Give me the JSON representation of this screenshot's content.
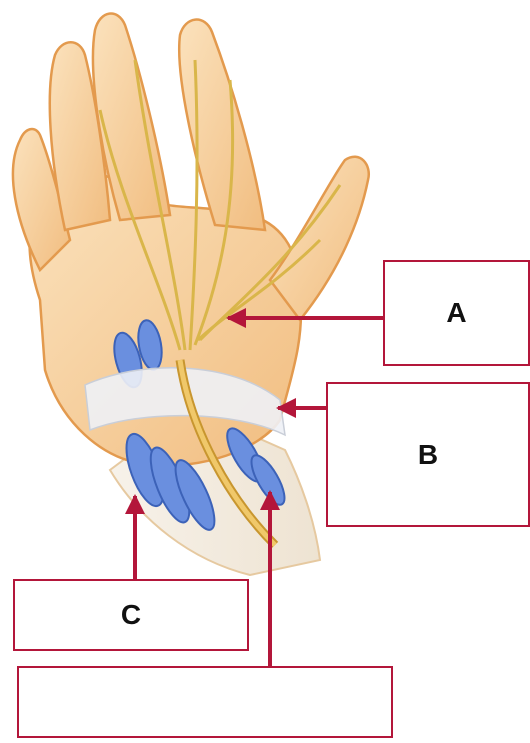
{
  "labels": {
    "a": "A",
    "b": "B",
    "c": "C",
    "d": ""
  },
  "colors": {
    "pointer": "#b3163a",
    "skin": "#f6cf9b",
    "skin_outline": "#e39a4e",
    "nerve": "#e3c35a",
    "tendon": "#5c82d8",
    "ligament": "#e8ecf2"
  }
}
